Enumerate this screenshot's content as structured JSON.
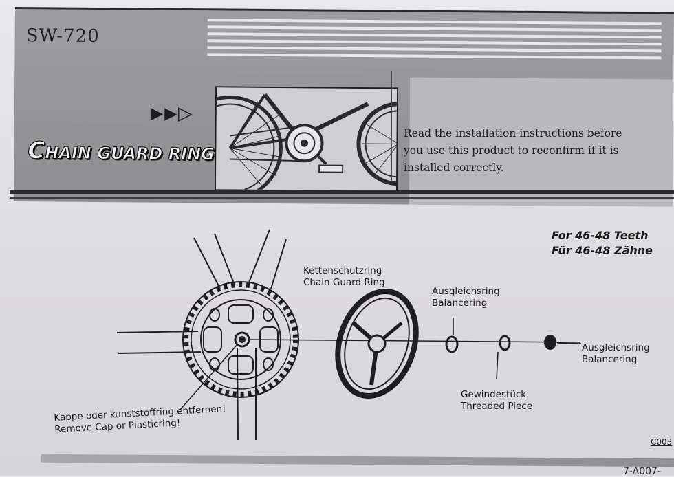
{
  "header": {
    "model": "SW-720",
    "product_title_initial": "C",
    "product_title_rest": "HAIN GUARD RING",
    "instructions_lines": [
      "Read the  installation instructions  before",
      "you use this product to reconfirm if it is",
      "installed correctly."
    ]
  },
  "diagram": {
    "teeth_en": "For 46-48 Teeth",
    "teeth_de": "Für 46-48 Zähne",
    "chain_guard_de": "Kettenschutzring",
    "chain_guard_en": "Chain Guard Ring",
    "balancer1_de": "Ausgleichsring",
    "balancer1_en": "Balancering",
    "balancer2_de": "Ausgleichsring",
    "balancer2_en": "Balancering",
    "threaded_de": "Gewindestück",
    "threaded_en": "Threaded Piece",
    "cap_de": "Kappe oder kunststoffring entfernen!",
    "cap_en": "Remove Cap or Plasticring!"
  },
  "footer": {
    "code": "C003",
    "code2": "7-A007-"
  },
  "colors": {
    "banner": "#8e8e91",
    "paper": "#e4e3e5",
    "ink": "#1d1d1f"
  }
}
